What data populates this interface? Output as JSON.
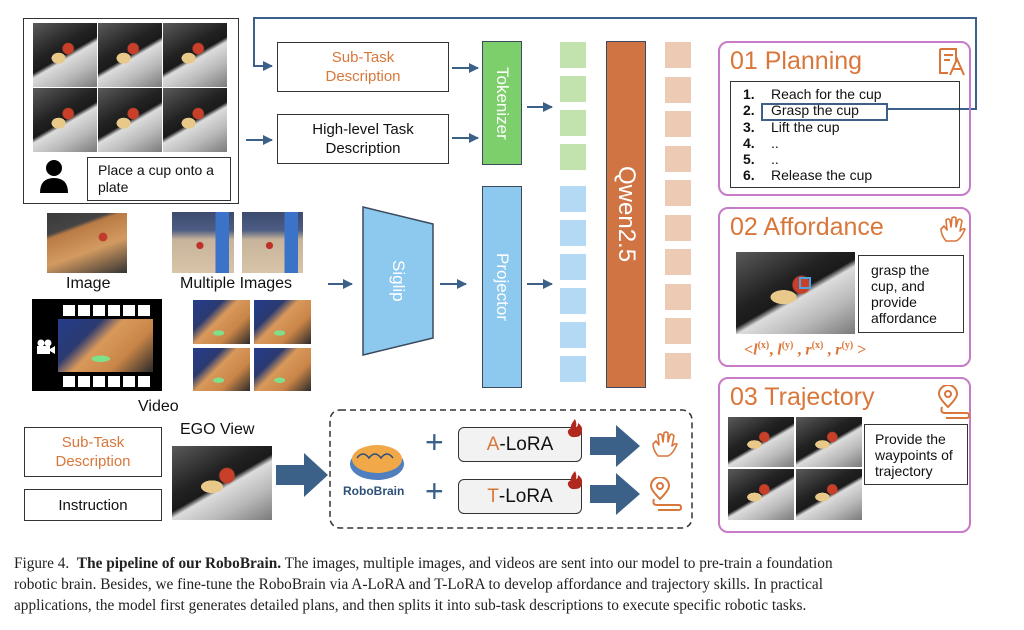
{
  "top_input": {
    "instruction": "Place a cup onto a plate",
    "icons": [
      "person-icon"
    ]
  },
  "text_inputs": {
    "subtask": "Sub-Task Description",
    "highlevel": "High-level Task Description"
  },
  "visual_inputs": {
    "image_label": "Image",
    "multi_label": "Multiple Images",
    "video_label": "Video"
  },
  "modules": {
    "tokenizer": "Tokenizer",
    "siglip": "Siglip",
    "projector": "Projector",
    "llm": "Qwen2.5"
  },
  "colors": {
    "accent_orange": "#d9773b",
    "tokenizer_green": "#7ccf6a",
    "vision_blue": "#8dc8ef",
    "llm_orange": "#d07444",
    "card_border": "#c77ac7",
    "arrow_blue": "#3c6189"
  },
  "planning": {
    "title": "01 Planning",
    "steps": [
      {
        "n": "1.",
        "text": "Reach for the cup"
      },
      {
        "n": "2.",
        "text": "Grasp the cup"
      },
      {
        "n": "3.",
        "text": "Lift the cup"
      },
      {
        "n": "4.",
        "text": ".."
      },
      {
        "n": "5.",
        "text": ".."
      },
      {
        "n": "6.",
        "text": "Release the cup"
      }
    ],
    "highlighted_step": 2
  },
  "affordance": {
    "title": "02 Affordance",
    "desc": "grasp the cup, and provide affordance",
    "formula": "<l(x), l(y) , r(x) , r(y) >"
  },
  "trajectory": {
    "title": "03 Trajectory",
    "desc": "Provide the waypoints of trajectory"
  },
  "finetune": {
    "subtask": "Sub-Task Description",
    "instruction": "Instruction",
    "ego_label": "EGO View",
    "brand": "RoboBrain",
    "plus": "+",
    "a_lora_prefix": "A",
    "t_lora_prefix": "T",
    "lora_suffix": "-LoRA"
  },
  "caption": {
    "fig": "Figure 4.",
    "bold": "The pipeline of our RoboBrain.",
    "line1": " The images, multiple images, and videos are sent into our model to pre-train a foundation",
    "line2": "robotic brain.  Besides, we fine-tune the RoboBrain via A-LoRA and T-LoRA to develop affordance and trajectory skills.  In practical",
    "line3": "applications, the model first generates detailed plans, and then splits it into sub-task descriptions to execute specific robotic tasks."
  }
}
